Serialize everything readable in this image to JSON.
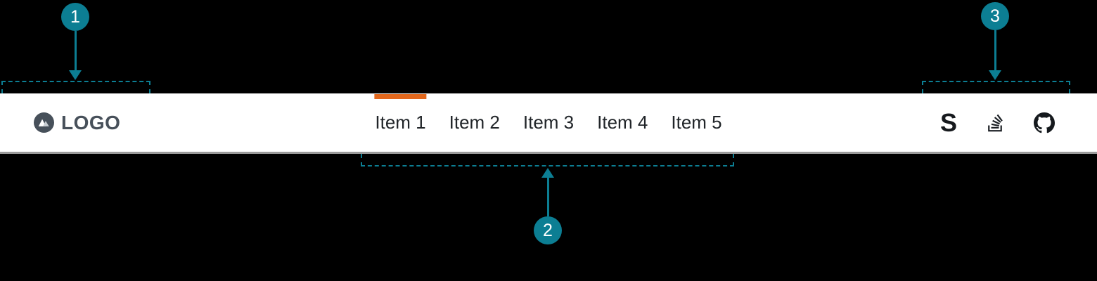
{
  "page": {
    "background": "#000000"
  },
  "navbar": {
    "background": "#FFFFFF",
    "border_color": "#9B9B9B",
    "logo": {
      "text": "LOGO",
      "icon": "mountain-in-circle",
      "color": "#47505A"
    },
    "items": [
      {
        "label": "Item 1",
        "active": true
      },
      {
        "label": "Item 2",
        "active": false
      },
      {
        "label": "Item 3",
        "active": false
      },
      {
        "label": "Item 4",
        "active": false
      },
      {
        "label": "Item 5",
        "active": false
      }
    ],
    "active_indicator_color": "#E2671C",
    "text_color": "#212529",
    "social_icons": [
      {
        "name": "s-brand",
        "glyph": "S"
      },
      {
        "name": "stack-overflow"
      },
      {
        "name": "github"
      }
    ]
  },
  "annotations": {
    "accent_color": "#0C7E93",
    "callouts": [
      {
        "number": "1",
        "target": "logo-area"
      },
      {
        "number": "2",
        "target": "nav-items-area"
      },
      {
        "number": "3",
        "target": "social-icons-area"
      }
    ]
  }
}
